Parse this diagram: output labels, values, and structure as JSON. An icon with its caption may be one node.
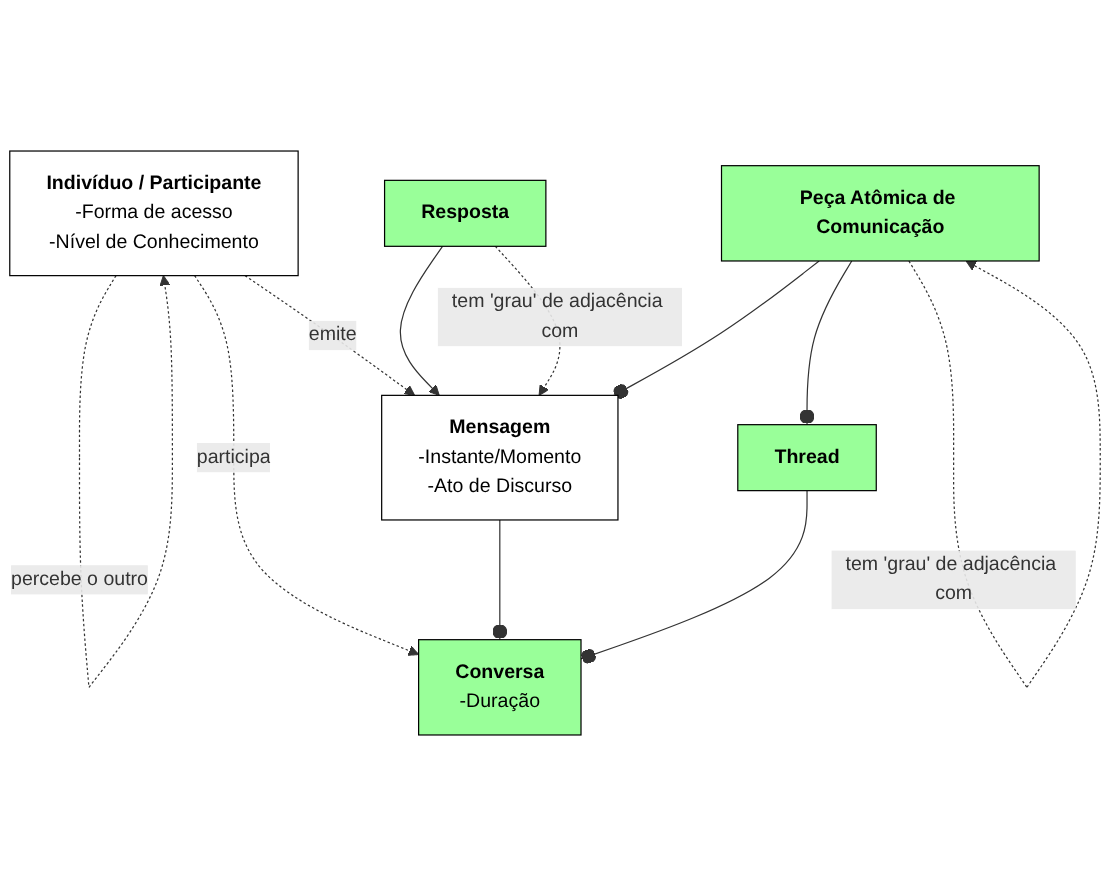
{
  "diagram": {
    "nodes": [
      {
        "text": [
          "Indivíduo / Participante",
          "-Forma de acesso",
          "-Nível de Conhecimento"
        ]
      },
      {
        "text": [
          "Mensagem",
          "-Instante/Momento",
          "-Ato de Discurso"
        ]
      },
      {
        "text": [
          "Conversa",
          "-Duração"
        ]
      },
      {
        "text": [
          "Resposta"
        ]
      },
      {
        "text": [
          "Thread"
        ]
      },
      {
        "text": [
          "Peça Atômica de Comunicação"
        ]
      }
    ],
    "edges": [
      {
        "from": 0,
        "to": 0,
        "arrow": "to",
        "style": "dashed",
        "label": "percebe o outro"
      },
      {
        "from": 0,
        "to": 2,
        "arrow": "to",
        "style": "dashed",
        "label": "participa"
      },
      {
        "from": 0,
        "to": 1,
        "arrow": "to",
        "style": "dashed",
        "label": "emite"
      },
      {
        "from": 3,
        "to": 1,
        "arrow": "to"
      },
      {
        "from": 1,
        "to": 2,
        "arrow": "other"
      },
      {
        "from": 4,
        "to": 2,
        "arrow": "other"
      },
      {
        "from": 3,
        "to": 1,
        "arrow": "to",
        "style": "dashed",
        "label": "tem 'grau' de adjacência com"
      },
      {
        "from": 5,
        "to": 1,
        "arrow": "other"
      },
      {
        "from": 5,
        "to": 4,
        "arrow": "other"
      },
      {
        "from": 5,
        "to": 5,
        "arrow": "to",
        "style": "dashed",
        "label": "tem 'grau' de adjacência com"
      }
    ]
  }
}
